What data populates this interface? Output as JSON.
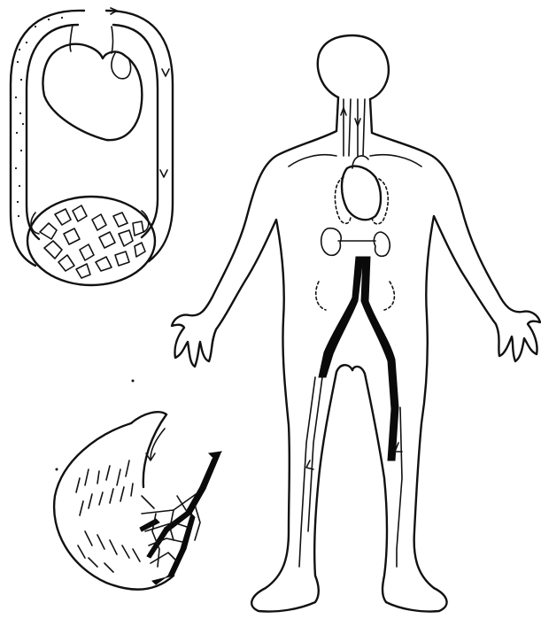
{
  "figure": {
    "panels": [
      {
        "name": "circulation-loop",
        "icon": "heart-loop-drawing"
      },
      {
        "name": "human-body-vessels",
        "icon": "human-figure-drawing"
      },
      {
        "name": "capillary-bed",
        "icon": "capillary-drawing"
      }
    ],
    "colors": {
      "ink": "#111111",
      "background": "#ffffff"
    }
  }
}
